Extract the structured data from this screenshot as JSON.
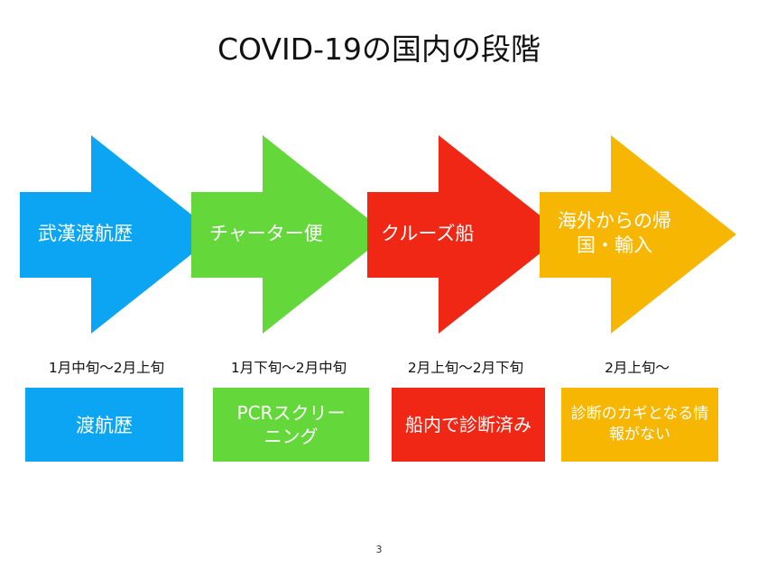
{
  "title": "COVID-19の国内の段階",
  "stages": [
    {
      "arrow_label": "武漢渡航歴",
      "period": "1月中旬〜2月上旬",
      "box_text": "渡航歴",
      "color": "#0ba5f3"
    },
    {
      "arrow_label": "チャーター便",
      "period": "1月下旬〜2月中旬",
      "box_text": "PCRスクリーニング",
      "color": "#64d83b"
    },
    {
      "arrow_label": "クルーズ船",
      "period": "2月上旬〜2月下旬",
      "box_text": "船内で診断済み",
      "color": "#ef2714"
    },
    {
      "arrow_label": "海外からの帰国・輸入",
      "period": "2月上旬〜",
      "box_text": "診断のカギとなる情報がない",
      "color": "#f6b602"
    }
  ],
  "page_number": "3"
}
